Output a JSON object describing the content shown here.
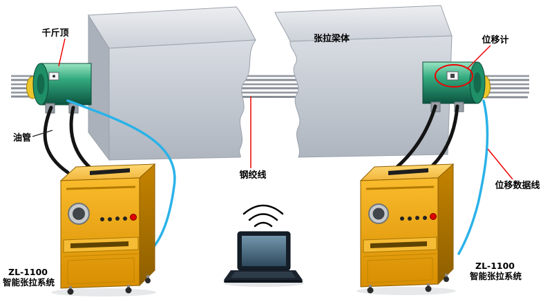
{
  "diagram": {
    "labels": {
      "jack": "千斤顶",
      "beam_body": "张拉梁体",
      "displacement_meter": "位移计",
      "oil_pipe": "油管",
      "steel_strand": "钢绞线",
      "displacement_data_line": "位移数据线",
      "left_unit": {
        "model": "ZL-1100",
        "name": "智能张拉系统"
      },
      "right_unit": {
        "model": "ZL-1100",
        "name": "智能张拉系统"
      }
    },
    "colors": {
      "annotation_red": "#ee0000",
      "jack_green": "#2fa87c",
      "cabinet_yellow": "#f0a60a",
      "beam_gray": "#c9ced6",
      "data_line_blue": "#2ab2e8",
      "oil_pipe_black": "#141414"
    }
  }
}
